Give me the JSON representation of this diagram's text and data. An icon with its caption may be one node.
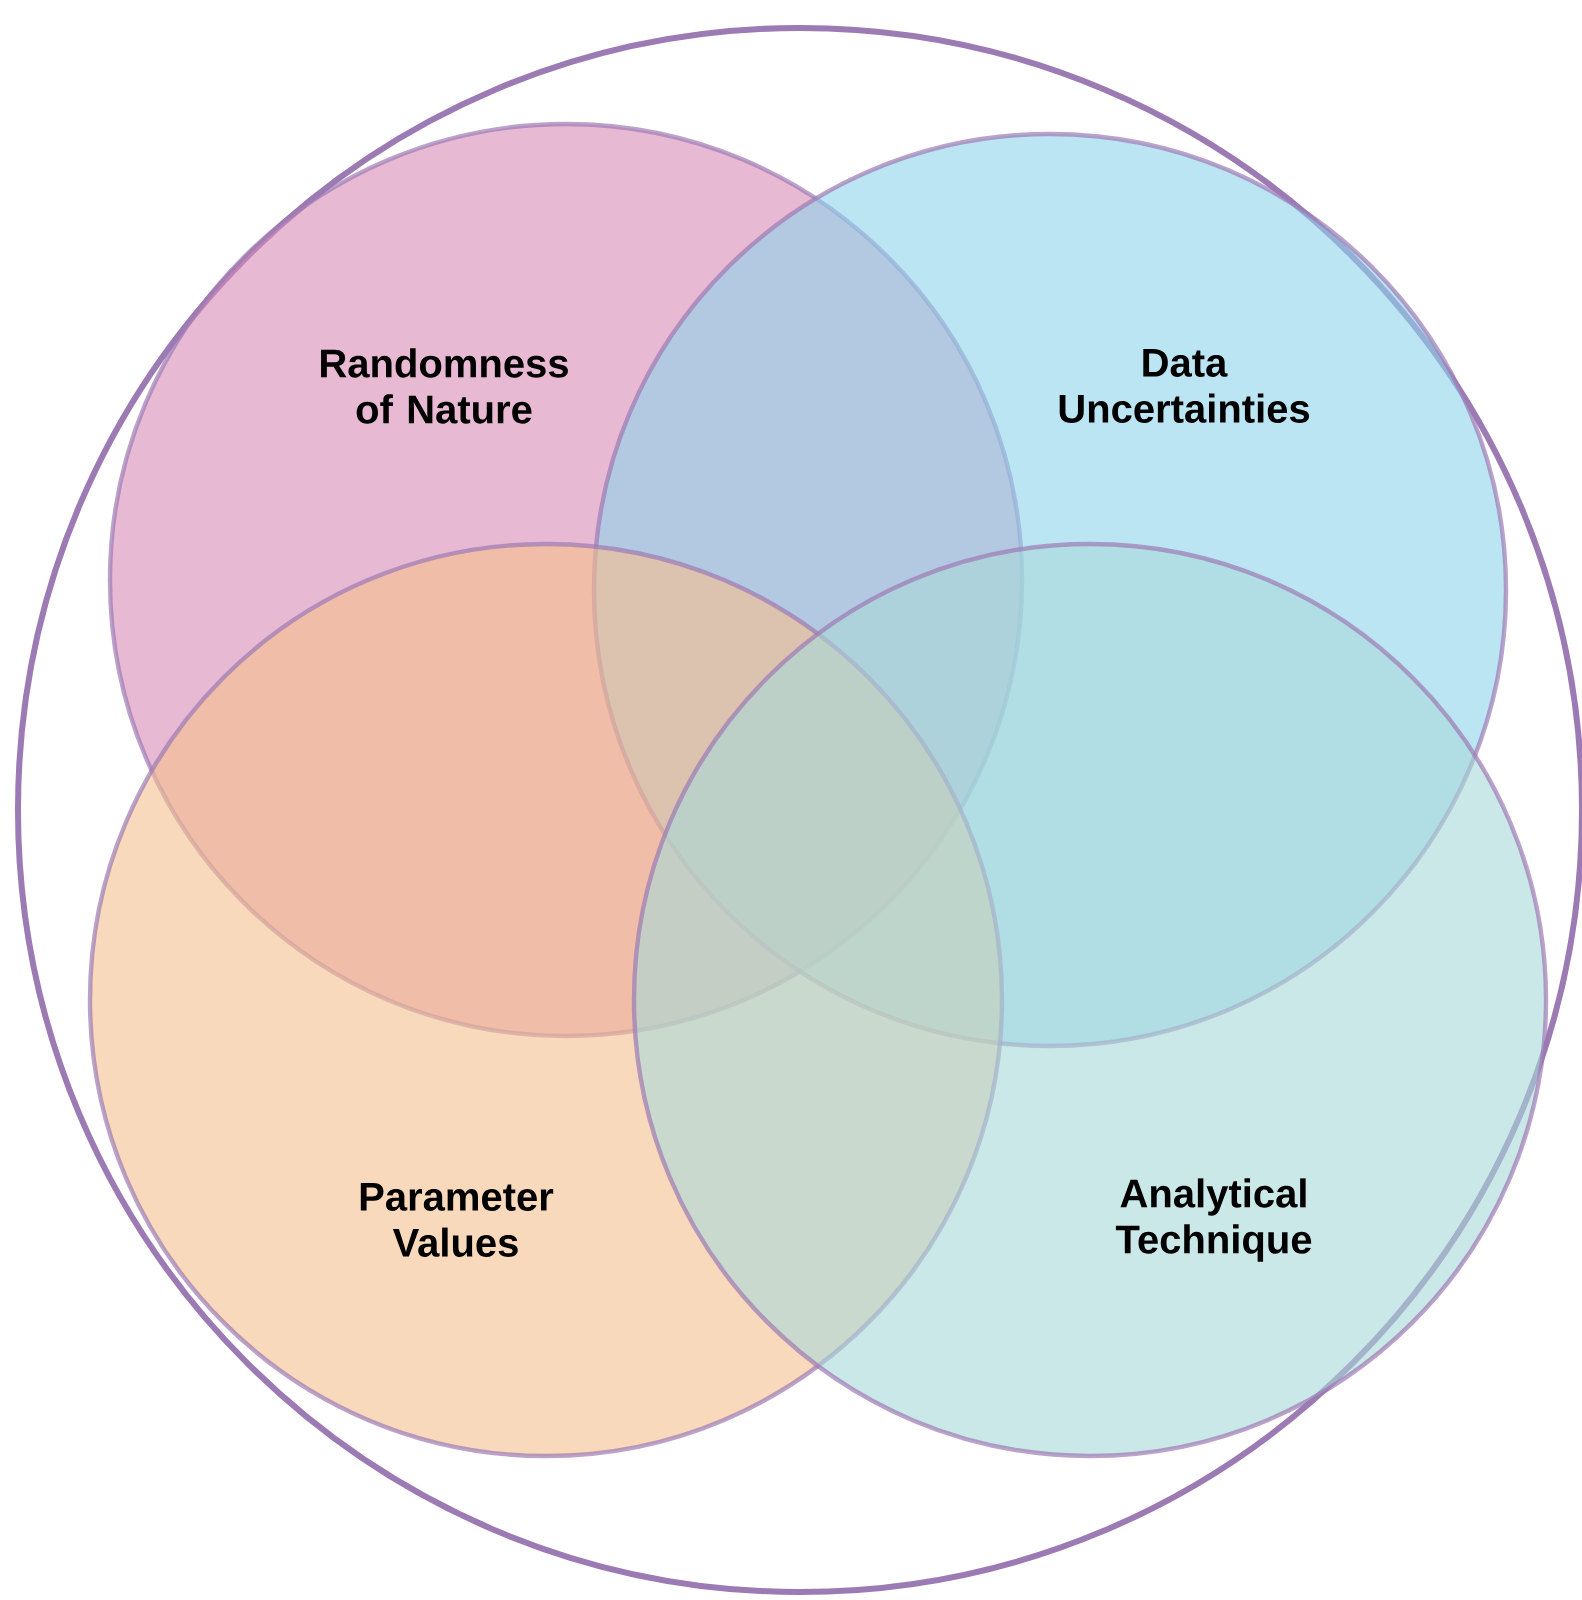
{
  "diagram": {
    "nodes": [
      {
        "text": [],
        "shape": "circle"
      },
      {
        "text": [
          "Randomness of Nature"
        ],
        "in": 0
      },
      {
        "text": [
          "Data Uncertainties"
        ],
        "in": 0
      },
      {
        "text": [
          "Parameter Values"
        ],
        "in": 0
      },
      {
        "text": [
          "Analytical Technique"
        ],
        "in": 0
      }
    ]
  }
}
